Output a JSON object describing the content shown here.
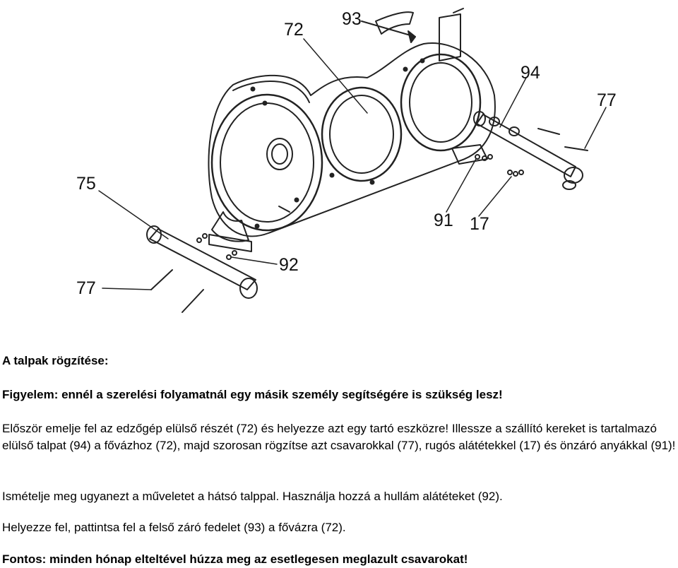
{
  "figure": {
    "labels": {
      "l72": "72",
      "l93": "93",
      "l94": "94",
      "l77_top": "77",
      "l75": "75",
      "l91": "91",
      "l17": "17",
      "l92": "92",
      "l77_bottom": "77"
    }
  },
  "text": {
    "heading": "A talpak rögzítése:",
    "warning": "Figyelem: ennél a szerelési folyamatnál egy másik személy segítségére is szükség lesz!",
    "para1": "Először emelje fel az edzőgép elülső részét (72) és helyezze azt egy tartó eszközre! Illessze a szállító kereket is tartalmazó elülső talpat (94) a fővázhoz (72), majd szorosan rögzítse azt csavarokkal (77), rugós alátétekkel (17) és önzáró anyákkal (91)!",
    "para2": "Ismételje meg ugyanezt a műveletet a hátsó talppal. Használja hozzá a hullám alátéteket (92).",
    "para3": "Helyezze fel, pattintsa fel a felső záró fedelet (93) a fővázra (72).",
    "important": "Fontos: minden hónap elteltével húzza meg az esetlegesen meglazult csavarokat!"
  }
}
